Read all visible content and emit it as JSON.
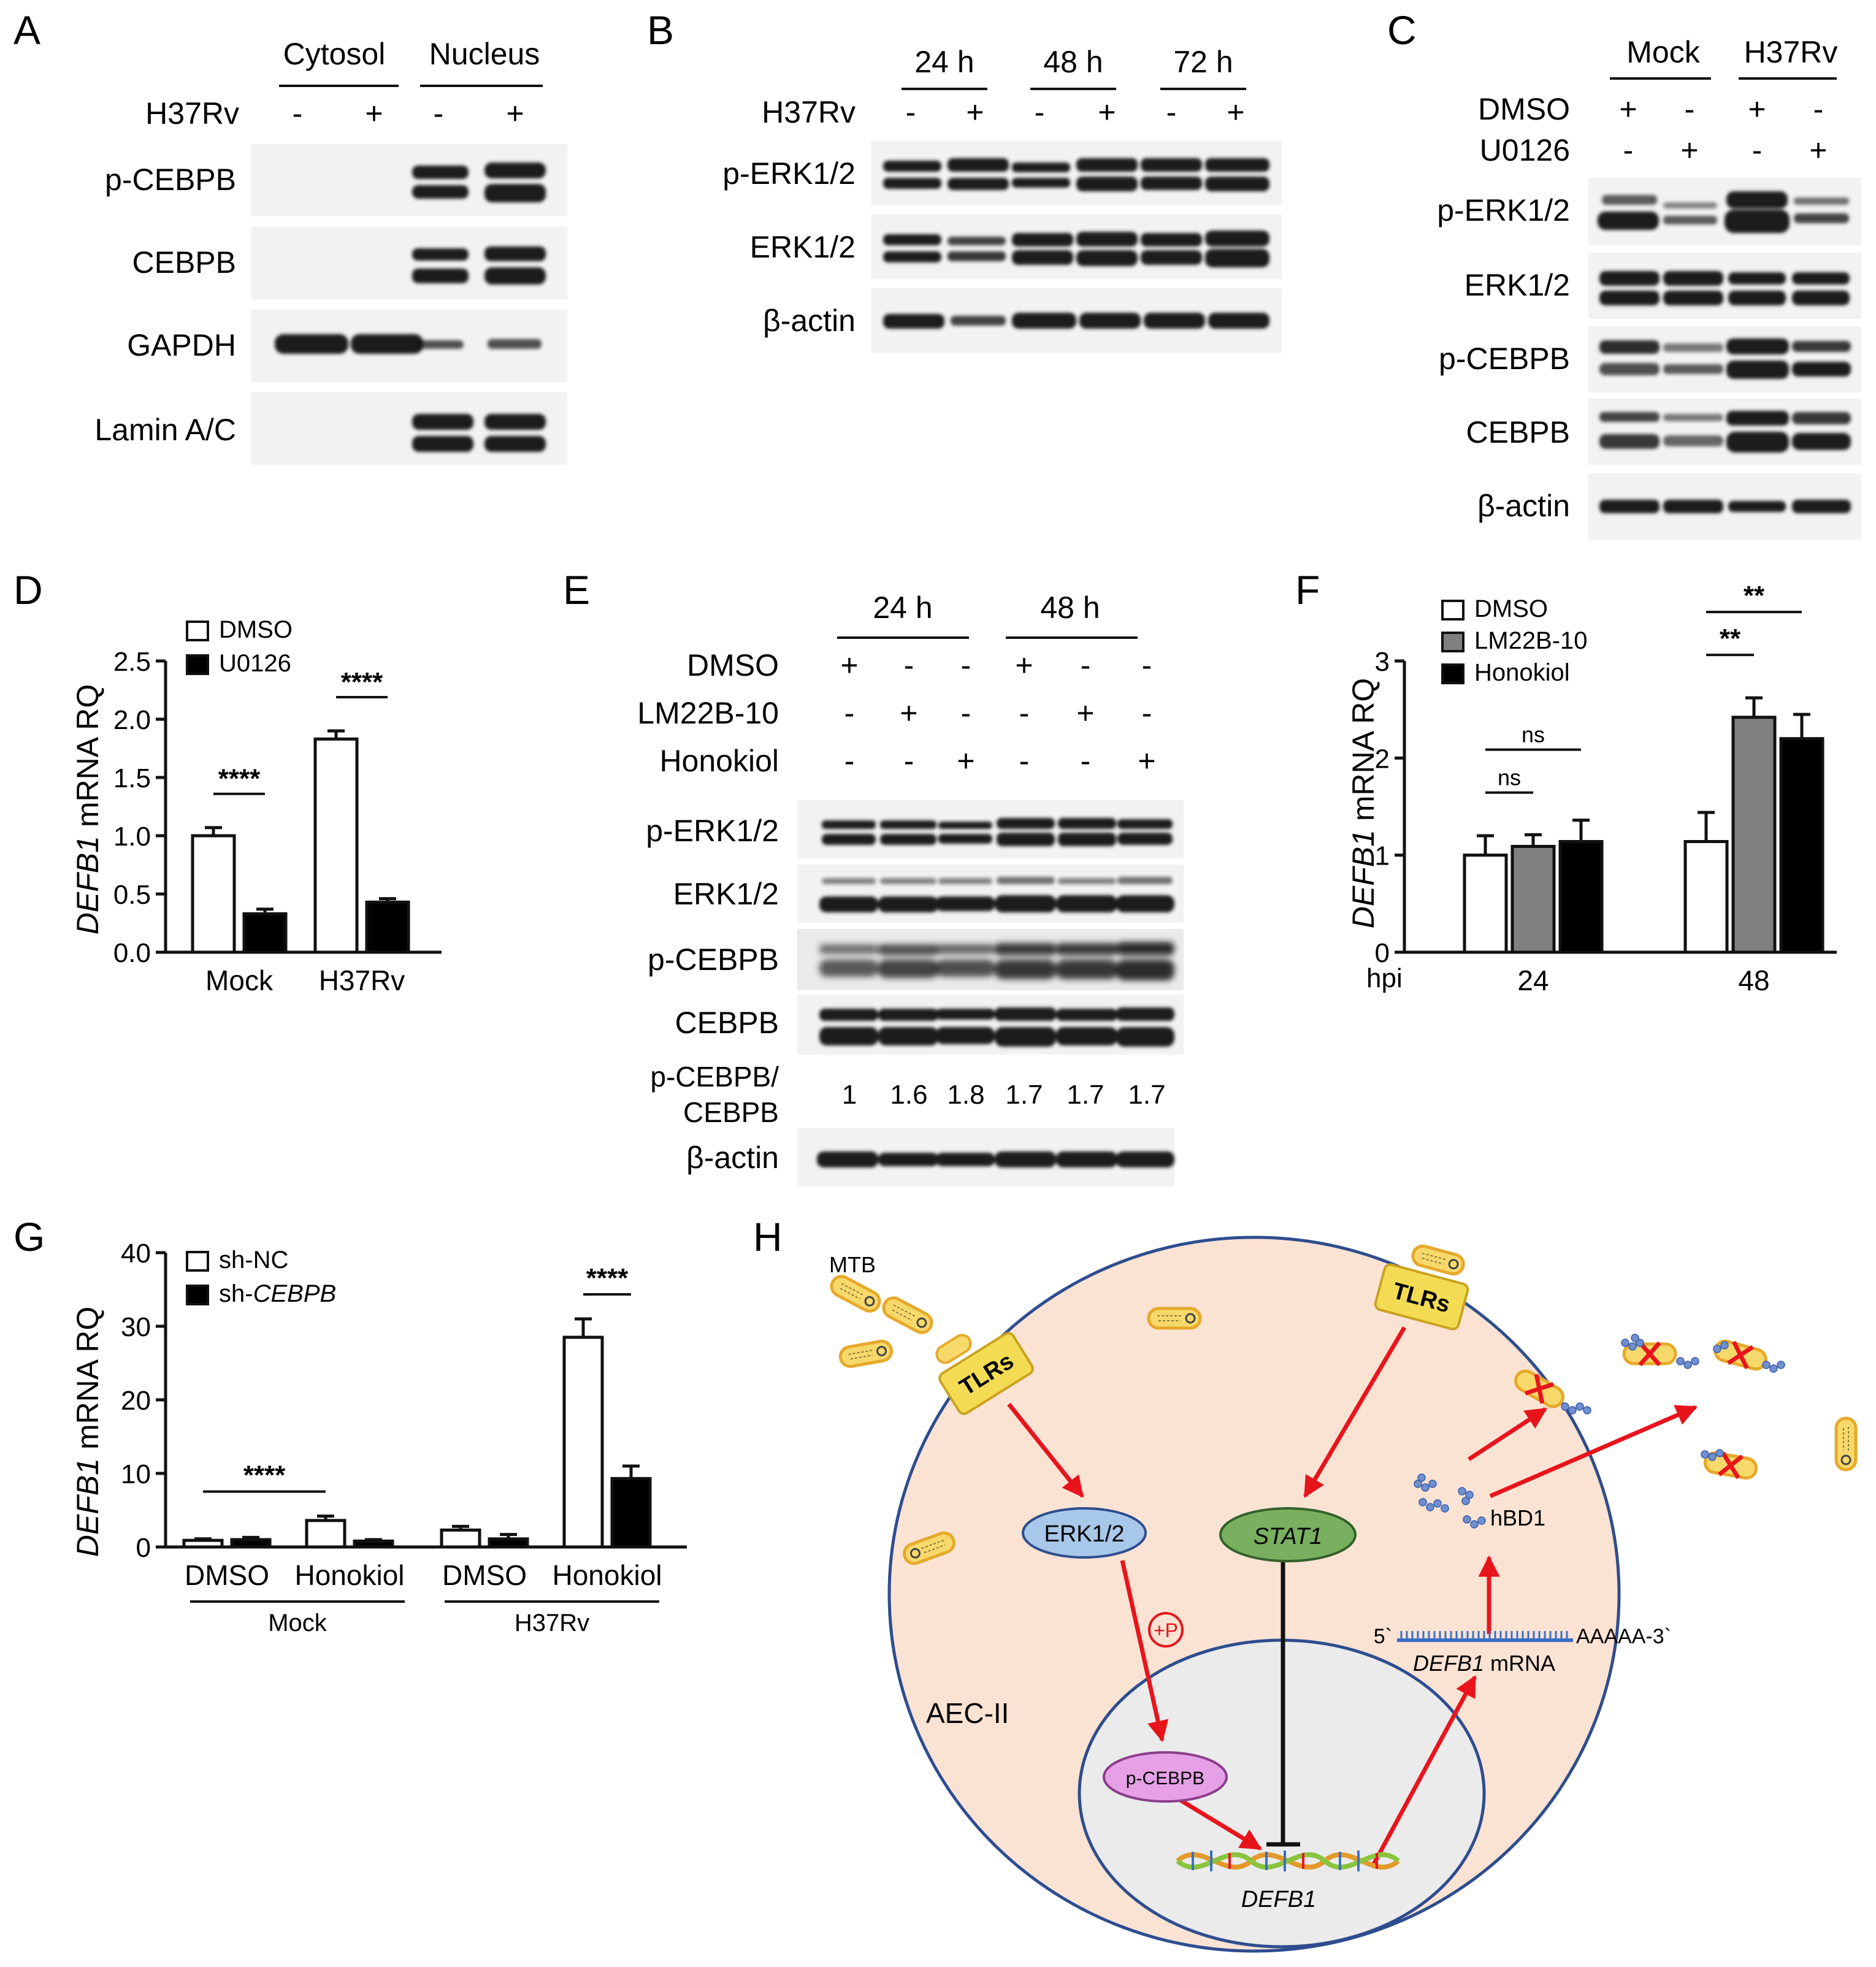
{
  "panels": {
    "A": {
      "letter": "A",
      "groups": [
        "Cytosol",
        "Nucleus"
      ],
      "treatment_label": "H37Rv",
      "signs": [
        "-",
        "+",
        "-",
        "+"
      ],
      "blots": [
        "p-CEBPB",
        "CEBPB",
        "GAPDH",
        "Lamin A/C"
      ]
    },
    "B": {
      "letter": "B",
      "groups": [
        "24 h",
        "48 h",
        "72 h"
      ],
      "treatment_label": "H37Rv",
      "signs": [
        "-",
        "+",
        "-",
        "+",
        "-",
        "+"
      ],
      "blots": [
        "p-ERK1/2",
        "ERK1/2",
        "β-actin"
      ]
    },
    "C": {
      "letter": "C",
      "groups": [
        "Mock",
        "H37Rv"
      ],
      "rows": [
        {
          "label": "DMSO",
          "signs": [
            "+",
            "-",
            "+",
            "-"
          ]
        },
        {
          "label": "U0126",
          "signs": [
            "-",
            "+",
            "-",
            "+"
          ]
        }
      ],
      "blots": [
        "p-ERK1/2",
        "ERK1/2",
        "p-CEBPB",
        "CEBPB",
        "β-actin"
      ]
    },
    "E": {
      "letter": "E",
      "groups": [
        "24 h",
        "48 h"
      ],
      "rows": [
        {
          "label": "DMSO",
          "signs": [
            "+",
            "-",
            "-",
            "+",
            "-",
            "-"
          ]
        },
        {
          "label": "LM22B-10",
          "signs": [
            "-",
            "+",
            "-",
            "-",
            "+",
            "-"
          ]
        },
        {
          "label": "Honokiol",
          "signs": [
            "-",
            "-",
            "+",
            "-",
            "-",
            "+"
          ]
        }
      ],
      "blots": [
        "p-ERK1/2",
        "ERK1/2",
        "p-CEBPB",
        "CEBPB"
      ],
      "ratio_label_1": "p-CEBPB/",
      "ratio_label_2": "CEBPB",
      "ratio_values": [
        "1",
        "1.6",
        "1.8",
        "1.7",
        "1.7",
        "1.7"
      ],
      "last_blot": "β-actin"
    },
    "H": {
      "letter": "H",
      "labels": {
        "mtb": "MTB",
        "tlr_left": "TLRs",
        "tlr_right": "TLRs",
        "erk": "ERK1/2",
        "stat": "STAT1",
        "pcebpb": "p-CEBPB",
        "phospho": "+P",
        "hbd1": "hBD1",
        "mrna_5": "5`",
        "mrna_3": "AAAAA-3`",
        "mrna_gene": "DEFB1",
        "mrna_suffix": " mRNA",
        "cell": "AEC-II",
        "gene": "DEFB1"
      }
    }
  },
  "chart_data": [
    {
      "panel": "D",
      "type": "bar",
      "ylabel_italic": "DEFB1",
      "ylabel_rest": " mRNA RQ",
      "ylim": [
        0,
        2.5
      ],
      "yticks": [
        "0.0",
        "0.5",
        "1.0",
        "1.5",
        "2.0",
        "2.5"
      ],
      "categories": [
        "Mock",
        "H37Rv"
      ],
      "series": [
        {
          "name": "DMSO",
          "fill": "#ffffff",
          "values": [
            1.0,
            1.83
          ],
          "errors": [
            0.07,
            0.07
          ]
        },
        {
          "name": "U0126",
          "fill": "#000000",
          "values": [
            0.33,
            0.43
          ],
          "errors": [
            0.04,
            0.03
          ]
        }
      ],
      "significance": [
        {
          "label": "****",
          "category": 0
        },
        {
          "label": "****",
          "category": 1
        }
      ]
    },
    {
      "panel": "F",
      "type": "bar",
      "ylabel_italic": "DEFB1",
      "ylabel_rest": " mRNA RQ",
      "xlabel": "hpi",
      "ylim": [
        0,
        3
      ],
      "yticks": [
        "0",
        "1",
        "2",
        "3"
      ],
      "categories": [
        "24",
        "48"
      ],
      "series": [
        {
          "name": "DMSO",
          "fill": "#ffffff",
          "values": [
            1.0,
            1.14
          ],
          "errors": [
            0.2,
            0.3
          ]
        },
        {
          "name": "LM22B-10",
          "fill": "#808080",
          "values": [
            1.09,
            2.42
          ],
          "errors": [
            0.12,
            0.2
          ]
        },
        {
          "name": "Honokiol",
          "fill": "#000000",
          "values": [
            1.14,
            2.2
          ],
          "errors": [
            0.22,
            0.25
          ]
        }
      ],
      "significance": [
        {
          "label": "ns",
          "category": 0,
          "from": 0,
          "to": 1
        },
        {
          "label": "ns",
          "category": 0,
          "from": 0,
          "to": 2
        },
        {
          "label": "**",
          "category": 1,
          "from": 0,
          "to": 1
        },
        {
          "label": "**",
          "category": 1,
          "from": 0,
          "to": 2
        }
      ]
    },
    {
      "panel": "G",
      "type": "bar",
      "ylabel_italic": "DEFB1",
      "ylabel_rest": " mRNA RQ",
      "ylim": [
        0,
        40
      ],
      "yticks": [
        "0",
        "10",
        "20",
        "30",
        "40"
      ],
      "categories": [
        "DMSO",
        "Honokiol",
        "DMSO",
        "Honokiol"
      ],
      "supergroups": [
        "Mock",
        "H37Rv"
      ],
      "series": [
        {
          "name": "sh-NC",
          "fill": "#ffffff",
          "values": [
            0.9,
            3.6,
            2.3,
            28.5
          ],
          "errors": [
            0.2,
            0.6,
            0.5,
            2.5
          ]
        },
        {
          "name": "sh-CEBPB",
          "fill": "#000000",
          "values": [
            1.0,
            0.8,
            1.1,
            9.3
          ],
          "errors": [
            0.3,
            0.2,
            0.6,
            1.7
          ]
        }
      ],
      "legend_plain": "sh-",
      "legend_italic": "CEBPB",
      "significance": [
        {
          "label": "****",
          "from_category": 0,
          "to_category": 1
        },
        {
          "label": "****",
          "category": 3
        }
      ]
    }
  ]
}
